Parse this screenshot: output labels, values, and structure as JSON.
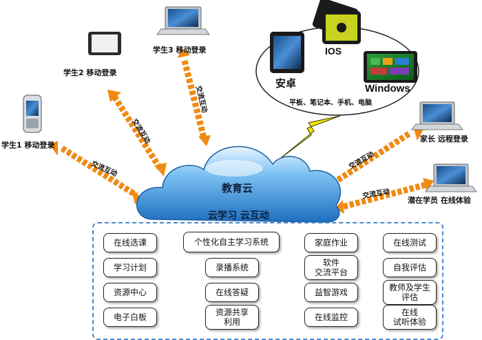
{
  "cloud": {
    "title": "教育云",
    "subtitle": "云学习 云互动"
  },
  "devices": {
    "student1": "学生1  移动登录",
    "student2": "学生2  移动登录",
    "student3": "学生3  移动登录",
    "parent": "家长  远程登录",
    "prospect": "潜在学员  在线体验"
  },
  "platforms": {
    "android": "安卓",
    "ios": "IOS",
    "windows": "Windows",
    "device_types": "平板、笔记本、手机、电脑"
  },
  "flow_label": "交流互动",
  "features": [
    "在线选课",
    "个性化自主学习系统",
    "家庭作业",
    "在线测试",
    "学习计划",
    "录播系统",
    "软件\n交流平台",
    "自我评估",
    "资源中心",
    "在线答疑",
    "益智游戏",
    "教师及学生\n评估",
    "电子白板",
    "资源共享\n利用",
    "在线监控",
    "在线\n试听体验"
  ],
  "colors": {
    "arrow": "#f08a12",
    "cloud": "#2f86d6",
    "panel_border": "#4a86c8",
    "lightning": "#f2e600"
  }
}
